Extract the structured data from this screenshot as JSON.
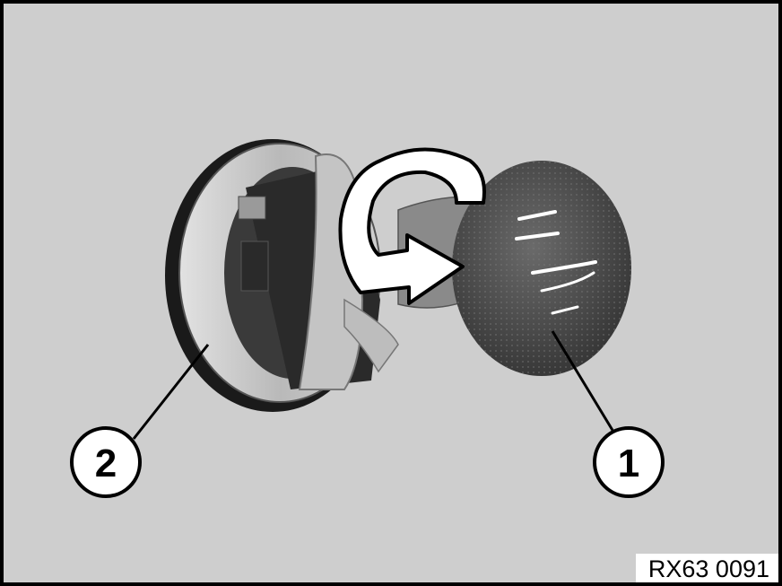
{
  "diagram": {
    "callouts": [
      {
        "label": "1",
        "target": "bulb"
      },
      {
        "label": "2",
        "target": "bulb-socket"
      }
    ],
    "reference_code": "RX63 0091",
    "rotation_arrow": "counterclockwise-turn"
  },
  "colors": {
    "background": "#cecece",
    "frame": "#000000",
    "arrow_fill": "#ffffff",
    "bulb": "#4a4a4a",
    "socket": "#a9a9a9"
  }
}
